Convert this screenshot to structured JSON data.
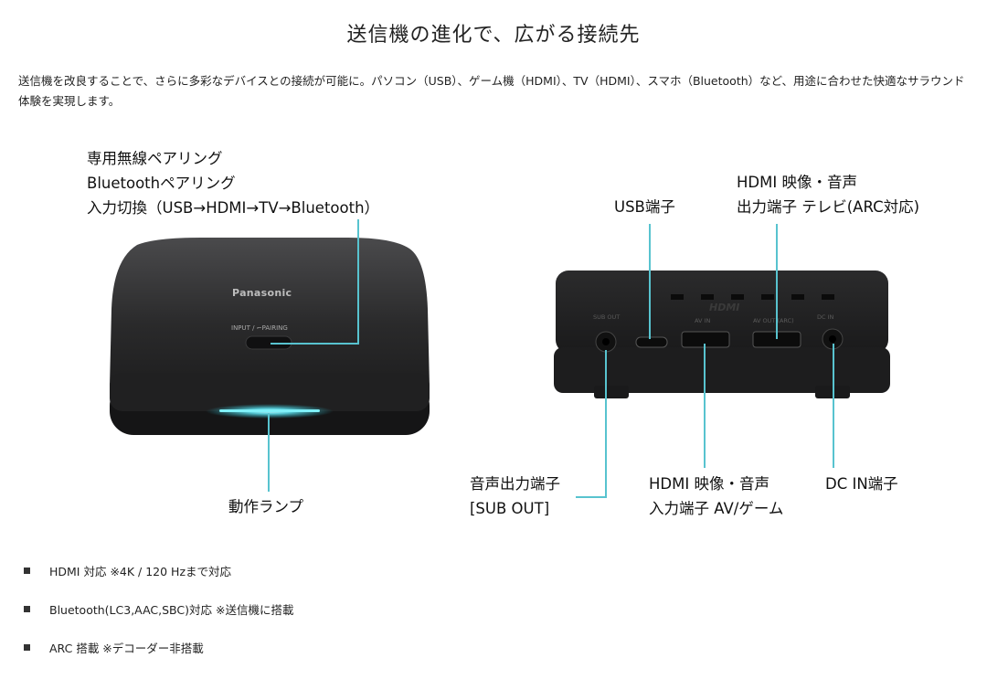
{
  "page": {
    "title": "送信機の進化で、広がる接続先",
    "intro": "送信機を改良することで、さらに多彩なデバイスとの接続が可能に。パソコン（USB）、ゲーム機（HDMI）、TV（HDMI）、スマホ（Bluetooth）など、用途に合わせた快適なサラウンド体験を実現します。"
  },
  "top_device": {
    "brand": "Panasonic",
    "button_caption": "INPUT / ⌐PAIRING",
    "callout_button": [
      "専用無線ペアリング",
      "Bluetoothペアリング",
      "入力切換（USB→HDMI→TV→Bluetooth）"
    ],
    "callout_lamp": "動作ランプ"
  },
  "back_device": {
    "port_captions": [
      "SUB OUT",
      "AV IN",
      "AV OUT (ARC)",
      "DC IN"
    ],
    "hdmi_logo": "HDMI",
    "callout_usb": "USB端子",
    "callout_hdmi_out": [
      "HDMI 映像・音声",
      "出力端子 テレビ(ARC対応)"
    ],
    "callout_sub_out": [
      "音声出力端子",
      "[SUB OUT]"
    ],
    "callout_hdmi_in": [
      "HDMI 映像・音声",
      "入力端子 AV/ゲーム"
    ],
    "callout_dc_in": "DC IN端子"
  },
  "features": [
    "HDMI 対応 ※4K / 120 Hzまで対応",
    "Bluetooth(LC3,AAC,SBC)対応 ※送信機に搭載",
    "ARC 搭載 ※デコーダー非搭載"
  ],
  "colors": {
    "accent": "#58c3cf",
    "device": "#1b1b1c",
    "text": "#111111"
  }
}
